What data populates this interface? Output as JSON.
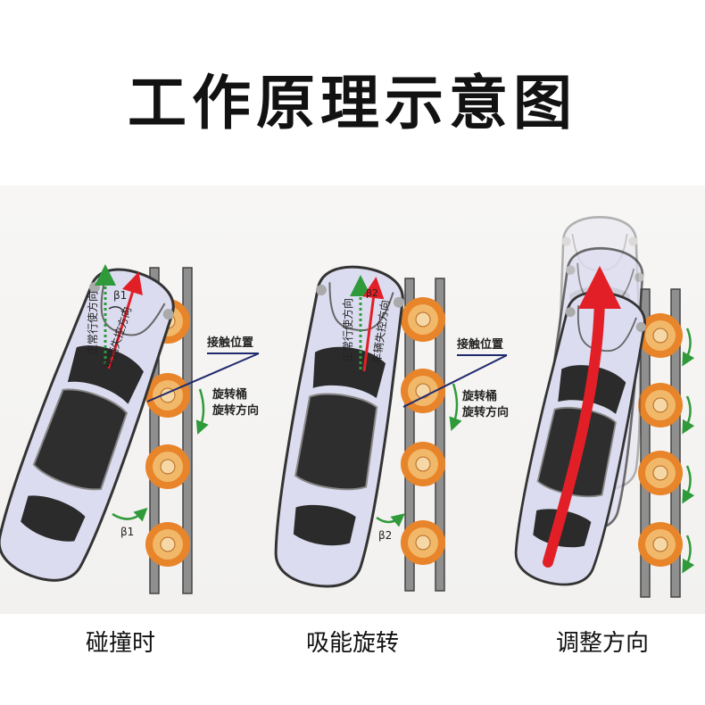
{
  "title": "工作原理示意图",
  "panels": [
    {
      "caption": "碰撞时",
      "labels": {
        "normal_dir": "正常行使方向",
        "out_of_control": "车辆失控方向",
        "beta_top": "β1",
        "contact": "接触位置",
        "barrel": "旋转桶",
        "barrel_dir": "旋转方向",
        "beta_bottom": "β1"
      }
    },
    {
      "caption": "吸能旋转",
      "labels": {
        "normal_dir": "正常行使方向",
        "out_of_control": "车辆失控方向",
        "beta_top": "β2",
        "contact": "接触位置",
        "barrel": "旋转桶",
        "barrel_dir": "旋转方向",
        "beta_bottom": "β2"
      }
    },
    {
      "caption": "调整方向"
    }
  ],
  "colors": {
    "rail": "#8f8f8f",
    "barrel_outer": "#e8842a",
    "barrel_inner": "#f2b86a",
    "car_body": "#dcdcf0",
    "arrow_red": "#e21f26",
    "arrow_green": "#2f9a3a",
    "contact_line": "#1f2a6e"
  }
}
